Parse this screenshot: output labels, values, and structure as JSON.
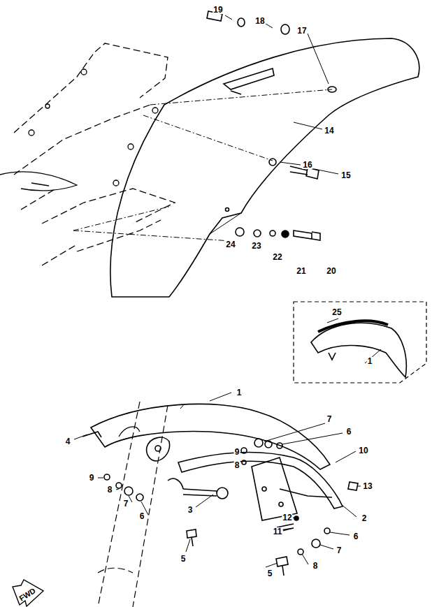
{
  "diagram": {
    "labels": [
      "19",
      "18",
      "17",
      "14",
      "16",
      "15",
      "24",
      "23",
      "22",
      "21",
      "20",
      "25",
      "1",
      "1",
      "4",
      "7",
      "6",
      "9",
      "8",
      "10",
      "9",
      "8",
      "7",
      "6",
      "3",
      "13",
      "2",
      "5",
      "12",
      "11",
      "6",
      "7",
      "8",
      "5",
      "FWD"
    ]
  }
}
